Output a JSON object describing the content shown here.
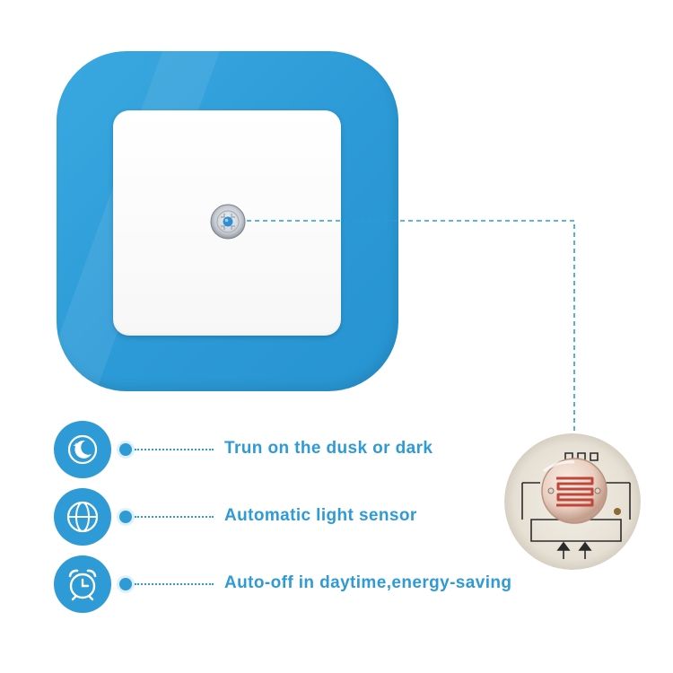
{
  "features": [
    {
      "icon": "moon-stars-icon",
      "label": "Trun on the dusk or dark"
    },
    {
      "icon": "sensor-globe-icon",
      "label": "Automatic light sensor"
    },
    {
      "icon": "alarm-clock-icon",
      "label": "Auto-off in daytime,energy-saving"
    }
  ],
  "colors": {
    "accent_blue": "#2e9ad6",
    "frame_blue": "#3aa8e0",
    "panel_white": "#ffffff"
  }
}
